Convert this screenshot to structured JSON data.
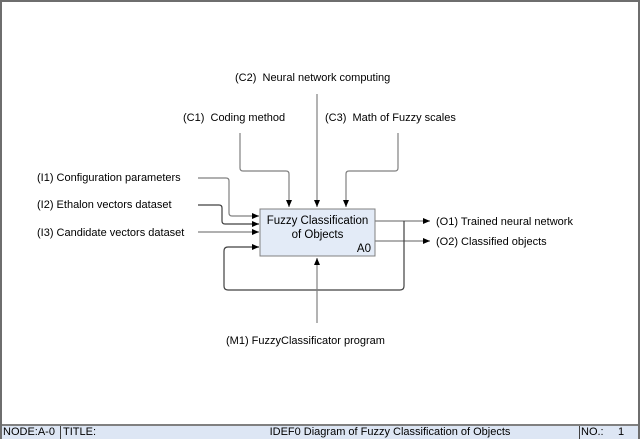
{
  "diagram": {
    "activity": {
      "title_line1": "Fuzzy Classification",
      "title_line2": "of Objects",
      "node_id": "A0"
    },
    "controls": [
      {
        "code": "(C1)",
        "label": "(C1)  Coding method"
      },
      {
        "code": "(C2)",
        "label": "(C2)  Neural network computing"
      },
      {
        "code": "(C3)",
        "label": "(C3)  Math of Fuzzy scales"
      }
    ],
    "inputs": [
      {
        "code": "(I1)",
        "label": "(I1) Configuration parameters"
      },
      {
        "code": "(I2)",
        "label": "(I2) Ethalon vectors dataset"
      },
      {
        "code": "(I3)",
        "label": "(I3) Candidate vectors dataset"
      }
    ],
    "outputs": [
      {
        "code": "(O1)",
        "label": "(O1) Trained neural network"
      },
      {
        "code": "(O2)",
        "label": "(O2) Classified objects"
      }
    ],
    "mechanisms": [
      {
        "code": "(M1)",
        "label": "(M1) FuzzyClassificator program"
      }
    ],
    "colors": {
      "box_fill": "#e3ebf7",
      "box_stroke": "#808080",
      "footer_bg": "#dde6f4"
    }
  },
  "footer": {
    "node": "NODE:A-0",
    "title_label": "TITLE:",
    "title_value": "IDEF0 Diagram of Fuzzy Classification of Objects",
    "number_label": "NO.:",
    "number_value": "1"
  }
}
